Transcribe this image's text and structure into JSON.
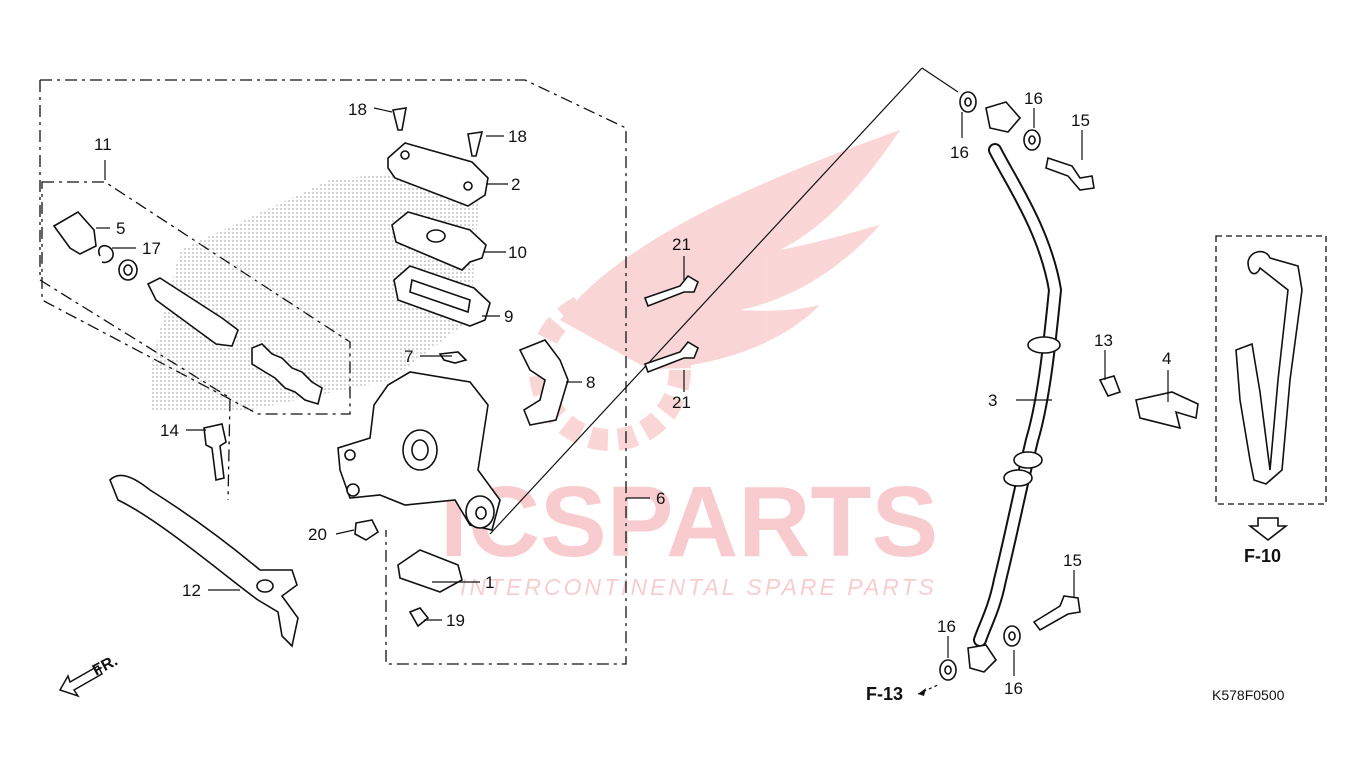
{
  "diagram": {
    "drawing_code": "K578F0500",
    "direction_label": "FR.",
    "watermark": {
      "brand": "ICSPARTS",
      "tagline": "INTERCONTINENTAL SPARE PARTS",
      "color": "#e31e24"
    },
    "reference_labels": {
      "f10": "F-10",
      "f13": "F-13"
    },
    "callouts": [
      {
        "id": "c1",
        "text": "1"
      },
      {
        "id": "c2",
        "text": "2"
      },
      {
        "id": "c3",
        "text": "3"
      },
      {
        "id": "c4",
        "text": "4"
      },
      {
        "id": "c5",
        "text": "5"
      },
      {
        "id": "c6",
        "text": "6"
      },
      {
        "id": "c7",
        "text": "7"
      },
      {
        "id": "c8",
        "text": "8"
      },
      {
        "id": "c9",
        "text": "9"
      },
      {
        "id": "c10",
        "text": "10"
      },
      {
        "id": "c11",
        "text": "11"
      },
      {
        "id": "c12",
        "text": "12"
      },
      {
        "id": "c13",
        "text": "13"
      },
      {
        "id": "c14",
        "text": "14"
      },
      {
        "id": "c15a",
        "text": "15"
      },
      {
        "id": "c15b",
        "text": "15"
      },
      {
        "id": "c16a",
        "text": "16"
      },
      {
        "id": "c16b",
        "text": "16"
      },
      {
        "id": "c16c",
        "text": "16"
      },
      {
        "id": "c16d",
        "text": "16"
      },
      {
        "id": "c17",
        "text": "17"
      },
      {
        "id": "c18a",
        "text": "18"
      },
      {
        "id": "c18b",
        "text": "18"
      },
      {
        "id": "c19",
        "text": "19"
      },
      {
        "id": "c20",
        "text": "20"
      },
      {
        "id": "c21a",
        "text": "21"
      },
      {
        "id": "c21b",
        "text": "21"
      }
    ]
  }
}
